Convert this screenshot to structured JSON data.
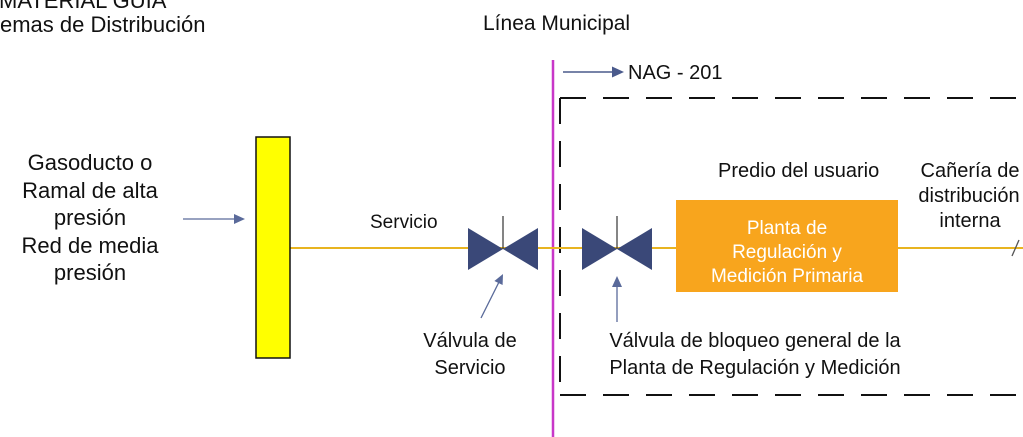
{
  "header": {
    "title_partial": "MATERIAL GUIA",
    "subtitle_partial": "emas de Distribución"
  },
  "boundary": {
    "label": "Línea Municipal",
    "color": "#c837c8"
  },
  "standard": {
    "label": "NAG - 201"
  },
  "source": {
    "lines": [
      "Gasoducto o",
      "Ramal de alta",
      "presión",
      "Red de media",
      "presión"
    ]
  },
  "pipe": {
    "service_label": "Servicio",
    "color": "#e8b420"
  },
  "service_valve": {
    "label_lines": [
      "Válvula de",
      "Servicio"
    ]
  },
  "block_valve": {
    "label_lines": [
      "Válvula de bloqueo general de la",
      "Planta de Regulación y Medición"
    ]
  },
  "user_property": {
    "label": "Predio del usuario"
  },
  "plant": {
    "lines": [
      "Planta de",
      "Regulación y",
      "Medición Primaria"
    ],
    "color": "#f8a51d"
  },
  "internal_piping": {
    "lines": [
      "Cañería de",
      "distribución",
      "interna"
    ]
  },
  "colors": {
    "manifold": "#ffff00",
    "valve": "#3a4878",
    "arrow": "#5a6a9a"
  }
}
